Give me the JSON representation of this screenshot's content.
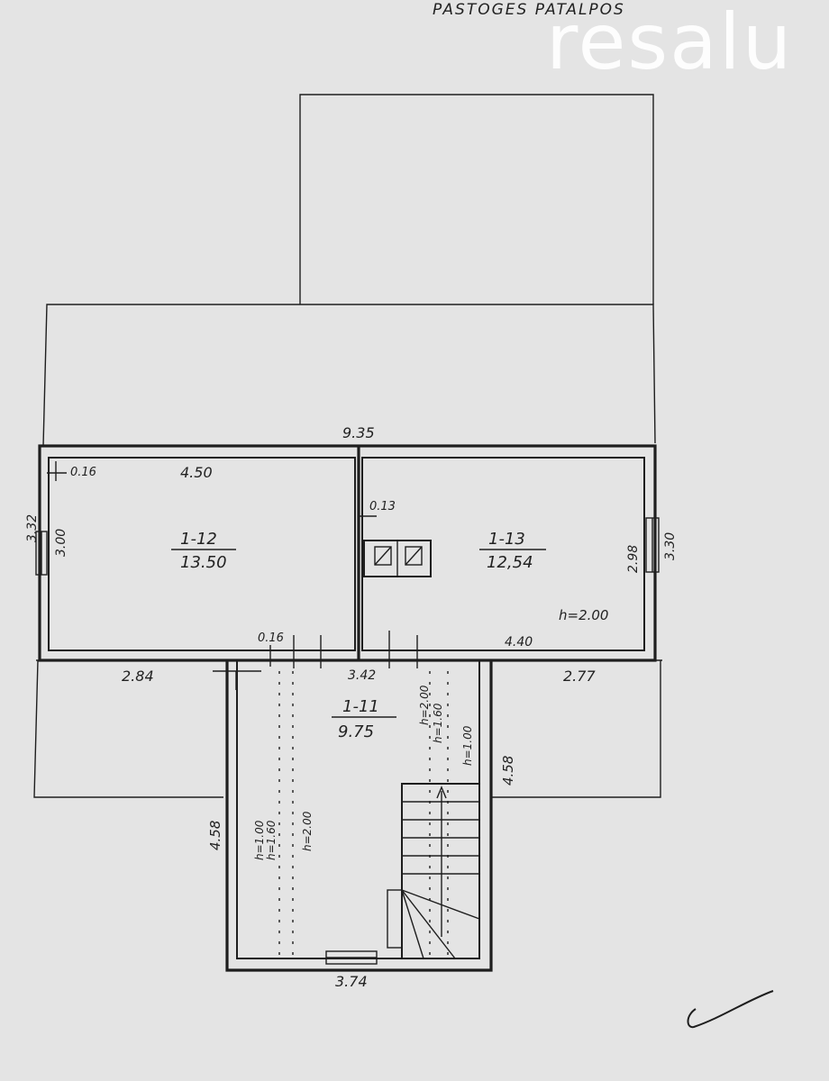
{
  "header": {
    "title": "PASTOGES PATALPOS"
  },
  "watermark": {
    "text": "resalu",
    "color": "#ffffff"
  },
  "rooms": [
    {
      "id": "1-12",
      "area": "13.50"
    },
    {
      "id": "1-13",
      "area": "12,54"
    },
    {
      "id": "1-11",
      "area": "9.75"
    }
  ],
  "dimensions": {
    "overall_width": "9.35",
    "room12_width": "4.50",
    "room12_wall_top": "0.16",
    "room12_height_outer": "3.32",
    "room12_height_inner": "3.00",
    "partition_thickness": "0.13",
    "room12_wall_bottom": "0.16",
    "left_wing": "2.84",
    "corridor_top": "3.42",
    "right_wing": "2.77",
    "room13_width": "4.40",
    "room13_height_inner": "2.98",
    "room13_height_outer": "3.30",
    "room13_ceiling": "h=2.00",
    "corridor_left_height": "4.58",
    "corridor_right_height": "4.58",
    "corridor_bottom": "3.74"
  },
  "height_notes": {
    "left_h100": "h=1.00",
    "left_h160": "h=1.60",
    "left_h200": "h=2.00",
    "right_h200": "h=2.00",
    "right_h160": "h=1.60",
    "right_h100": "h=1.00"
  },
  "colors": {
    "paper": "#e4e4e4",
    "ink": "#1e1e1e"
  }
}
